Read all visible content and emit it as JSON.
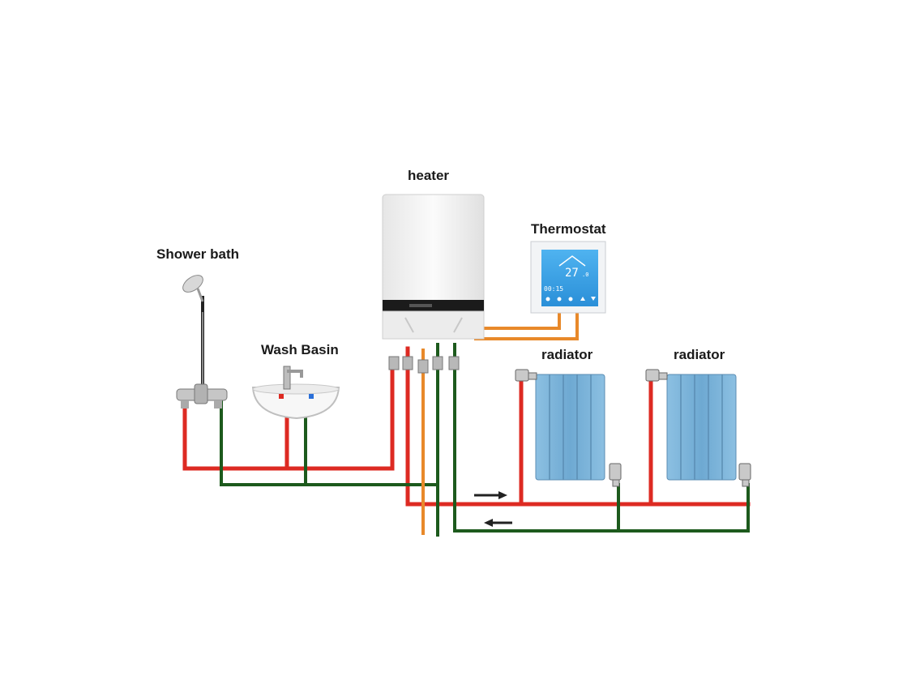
{
  "labels": {
    "heater": "heater",
    "thermostat": "Thermostat",
    "shower": "Shower bath",
    "basin": "Wash Basin",
    "radiator_1": "radiator",
    "radiator_2": "radiator"
  },
  "thermostat_display": {
    "temperature": "27",
    "decimal": ".0",
    "clock": "00:15"
  },
  "colors": {
    "hot_pipe": "#dd2a22",
    "return_pipe": "#1d5a1d",
    "gas_pipe": "#e8892a",
    "radiator": "#7ab3d8",
    "thermostat_screen": "#3aa0e6",
    "heater_body": "#f4f4f4"
  },
  "icons": {
    "flow_arrow_right": "arrow-right-icon",
    "flow_arrow_left": "arrow-left-icon"
  }
}
